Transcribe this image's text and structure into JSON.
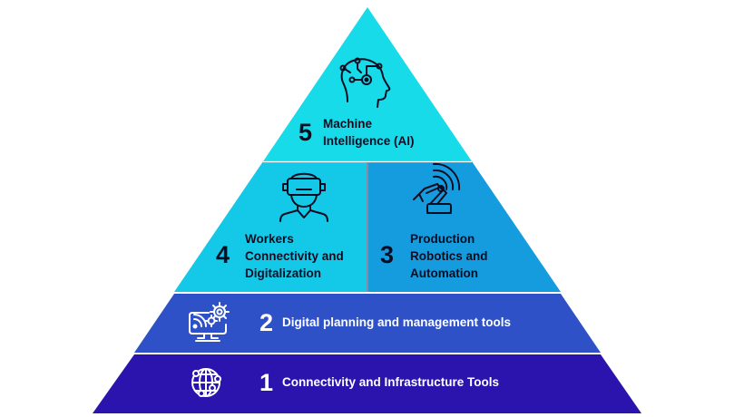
{
  "colors": {
    "tier5": "#17dbe9",
    "tier4": "#14c8e7",
    "tier3": "#149cde",
    "tier2": "#2e51c8",
    "tier1": "#2b14ad",
    "separator": "#0f1a3a"
  },
  "tiers": [
    {
      "number": "5",
      "lines": [
        "Machine",
        "Intelligence (AI)"
      ],
      "icon": "ai-head-icon"
    },
    {
      "number": "4",
      "lines": [
        "Workers",
        "Connectivity and",
        "Digitalization"
      ],
      "icon": "vr-headset-worker-icon"
    },
    {
      "number": "3",
      "lines": [
        "Production",
        "Robotics and",
        "Automation"
      ],
      "icon": "robotic-arm-icon"
    },
    {
      "number": "2",
      "lines": [
        "Digital planning and management tools"
      ],
      "icon": "monitor-gear-icon"
    },
    {
      "number": "1",
      "lines": [
        "Connectivity and Infrastructure Tools"
      ],
      "icon": "globe-network-icon"
    }
  ]
}
